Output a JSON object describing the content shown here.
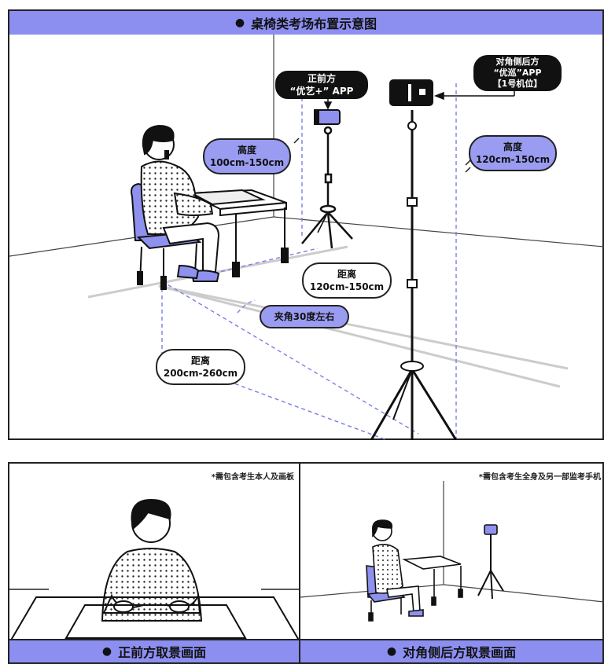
{
  "top_panel": {
    "title": "桌椅类考场布置示意图",
    "front_camera_label": [
      "正前方",
      "“优艺+” APP"
    ],
    "rear_camera_label": [
      "对角侧后方",
      "“优巡”APP",
      "【1号机位】"
    ],
    "front_height": [
      "高度",
      "100cm-150cm"
    ],
    "rear_height": [
      "高度",
      "120cm-150cm"
    ],
    "front_distance": [
      "距离",
      "120cm-150cm"
    ],
    "angle": "夹角30度左右",
    "rear_distance": [
      "距离",
      "200cm-260cm"
    ]
  },
  "bottom_left": {
    "note": "*需包含考生本人及画板",
    "caption": "正前方取景画面"
  },
  "bottom_right": {
    "note": "*需包含考生全身及另一部监考手机",
    "caption": "对角侧后方取景画面"
  },
  "colors": {
    "accent": "#8c8ef0",
    "pill": "#9a9cf2",
    "dash": "#7b7de8"
  }
}
